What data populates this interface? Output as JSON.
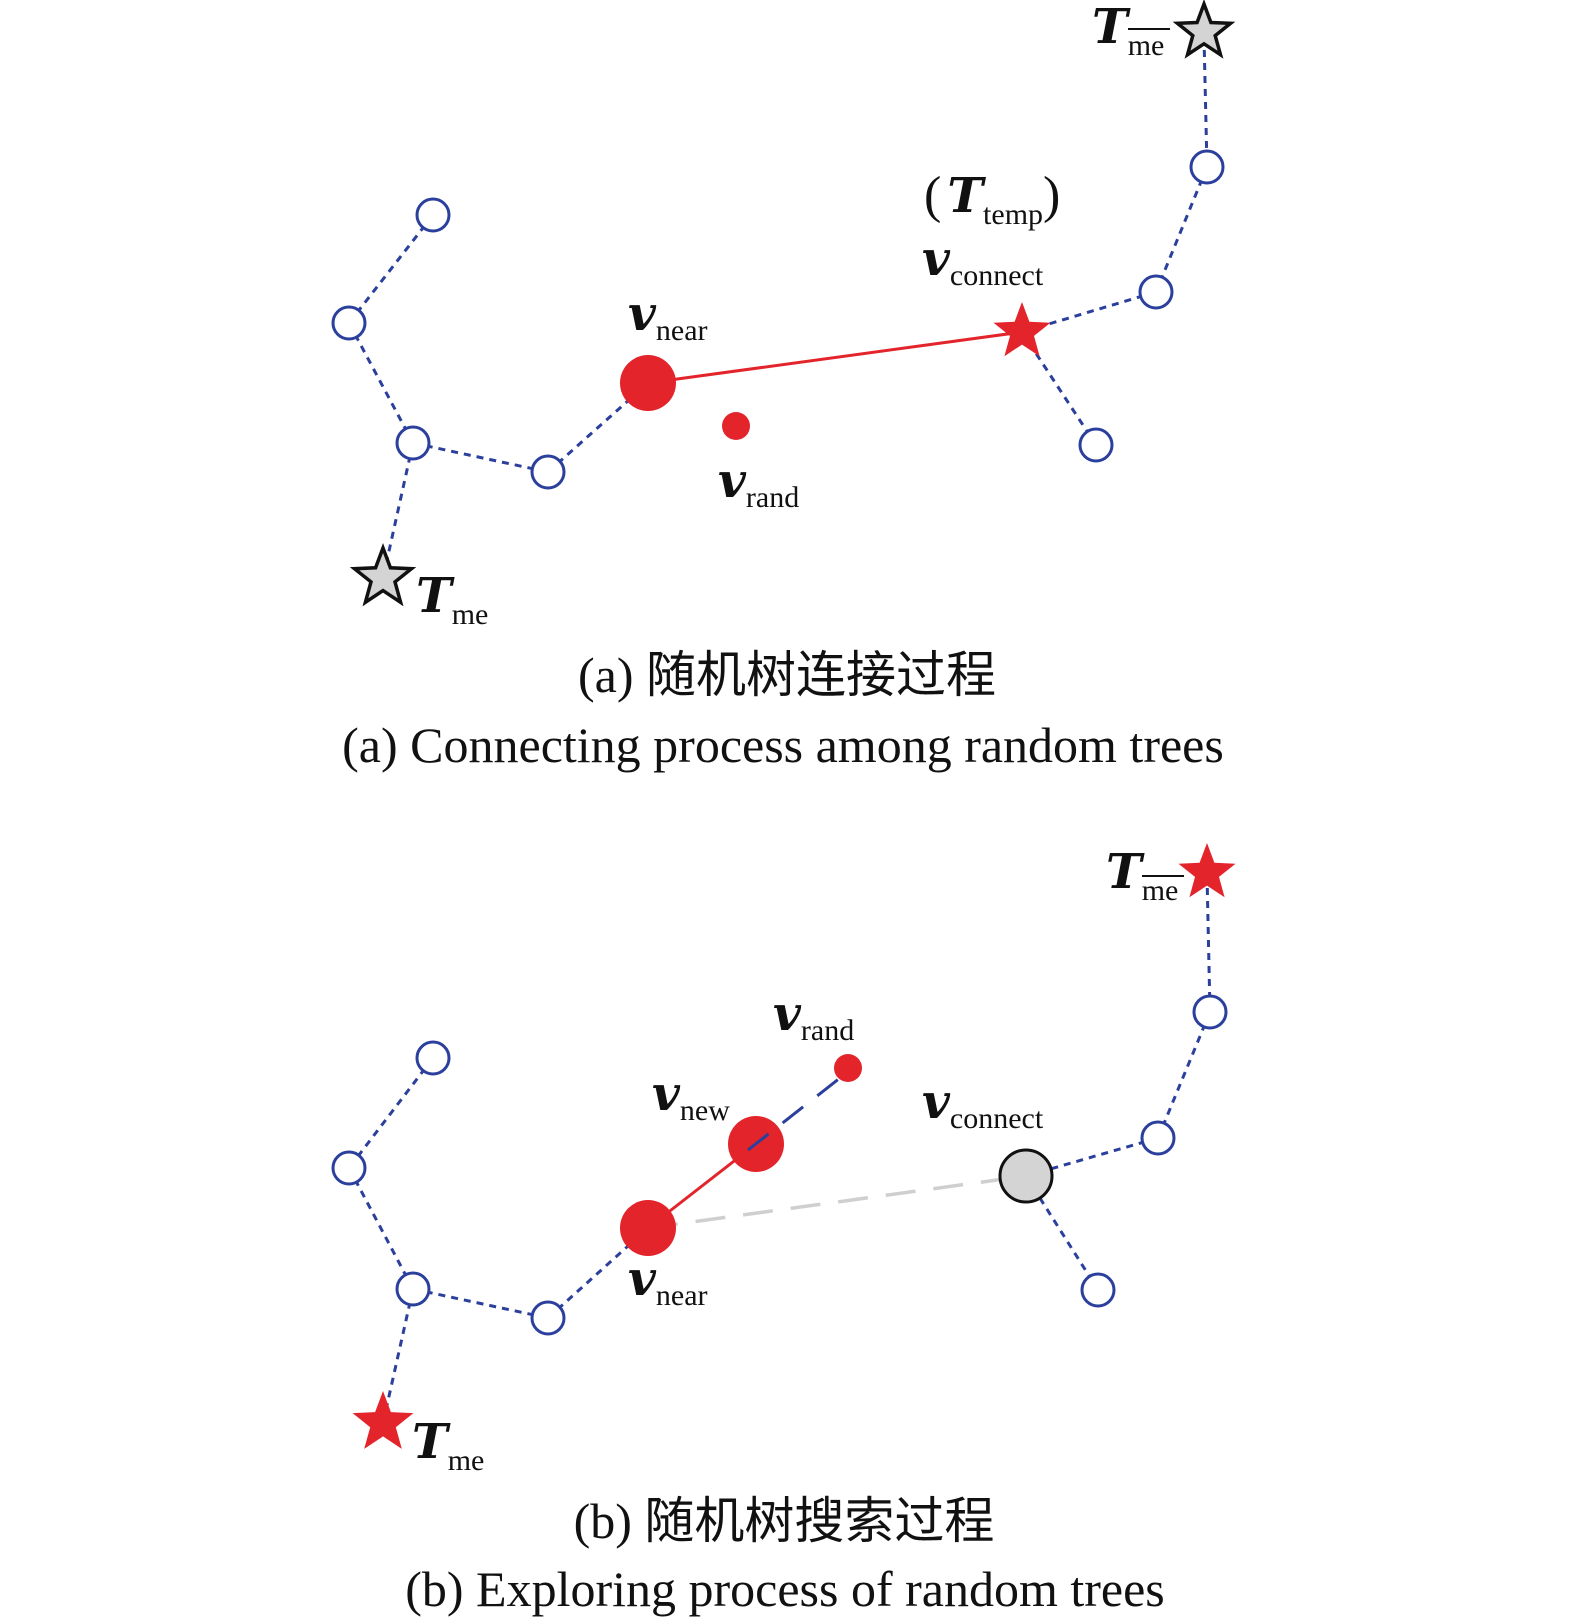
{
  "panel_a": {
    "labels": {
      "v_near": {
        "sym": "v",
        "sub": "near"
      },
      "v_rand": {
        "sym": "v",
        "sub": "rand"
      },
      "v_connect": {
        "sym": "v",
        "sub": "connect"
      },
      "t_temp": {
        "open": "(",
        "sym": "T",
        "sub": "temp",
        "close": ")"
      },
      "t_me": {
        "sym": "T",
        "sub": "me"
      },
      "t_me_bar": {
        "sym": "T",
        "sub": "me"
      }
    },
    "caption_cn": "(a) 随机树连接过程",
    "caption_en": "(a) Connecting process among random trees"
  },
  "panel_b": {
    "labels": {
      "v_rand": {
        "sym": "v",
        "sub": "rand"
      },
      "v_new": {
        "sym": "v",
        "sub": "new"
      },
      "v_connect": {
        "sym": "v",
        "sub": "connect"
      },
      "v_near": {
        "sym": "v",
        "sub": "near"
      },
      "t_me": {
        "sym": "T",
        "sub": "me"
      },
      "t_me_bar": {
        "sym": "T",
        "sub": "me"
      }
    },
    "caption_cn": "(b) 随机树搜索过程",
    "caption_en": "(b) Exploring process of random trees"
  },
  "colors": {
    "tree_blue": "#2b3f9c",
    "highlight_red": "#e3242b",
    "star_gray": "#d4d4d4",
    "dash_gray": "#cfcfcf"
  }
}
